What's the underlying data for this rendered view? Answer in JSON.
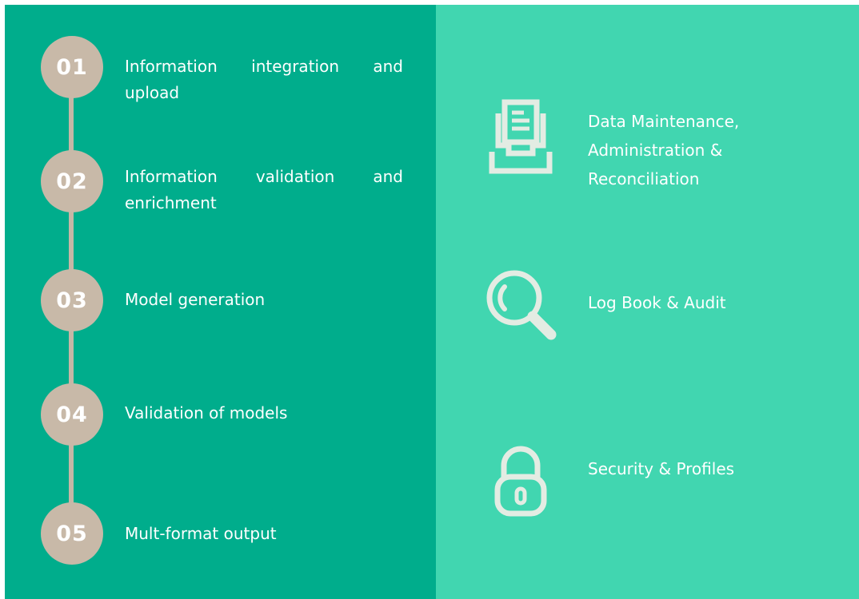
{
  "steps": [
    {
      "number": "01",
      "label": "Information integration and upload"
    },
    {
      "number": "02",
      "label": "Information validation and enrichment"
    },
    {
      "number": "03",
      "label": "Model generation"
    },
    {
      "number": "04",
      "label": "Validation of models"
    },
    {
      "number": "05",
      "label": "Mult-format output"
    }
  ],
  "features": [
    {
      "icon": "inbox-document-icon",
      "label": "Data Maintenance, Administration & Reconciliation"
    },
    {
      "icon": "magnifier-icon",
      "label": "Log Book & Audit"
    },
    {
      "icon": "padlock-icon",
      "label": "Security & Profiles"
    }
  ],
  "colors": {
    "left_panel": "#00ad8c",
    "right_panel": "#41d6b0",
    "step_circle": "#c8b9a8",
    "icon_stroke": "#e3ece3"
  }
}
